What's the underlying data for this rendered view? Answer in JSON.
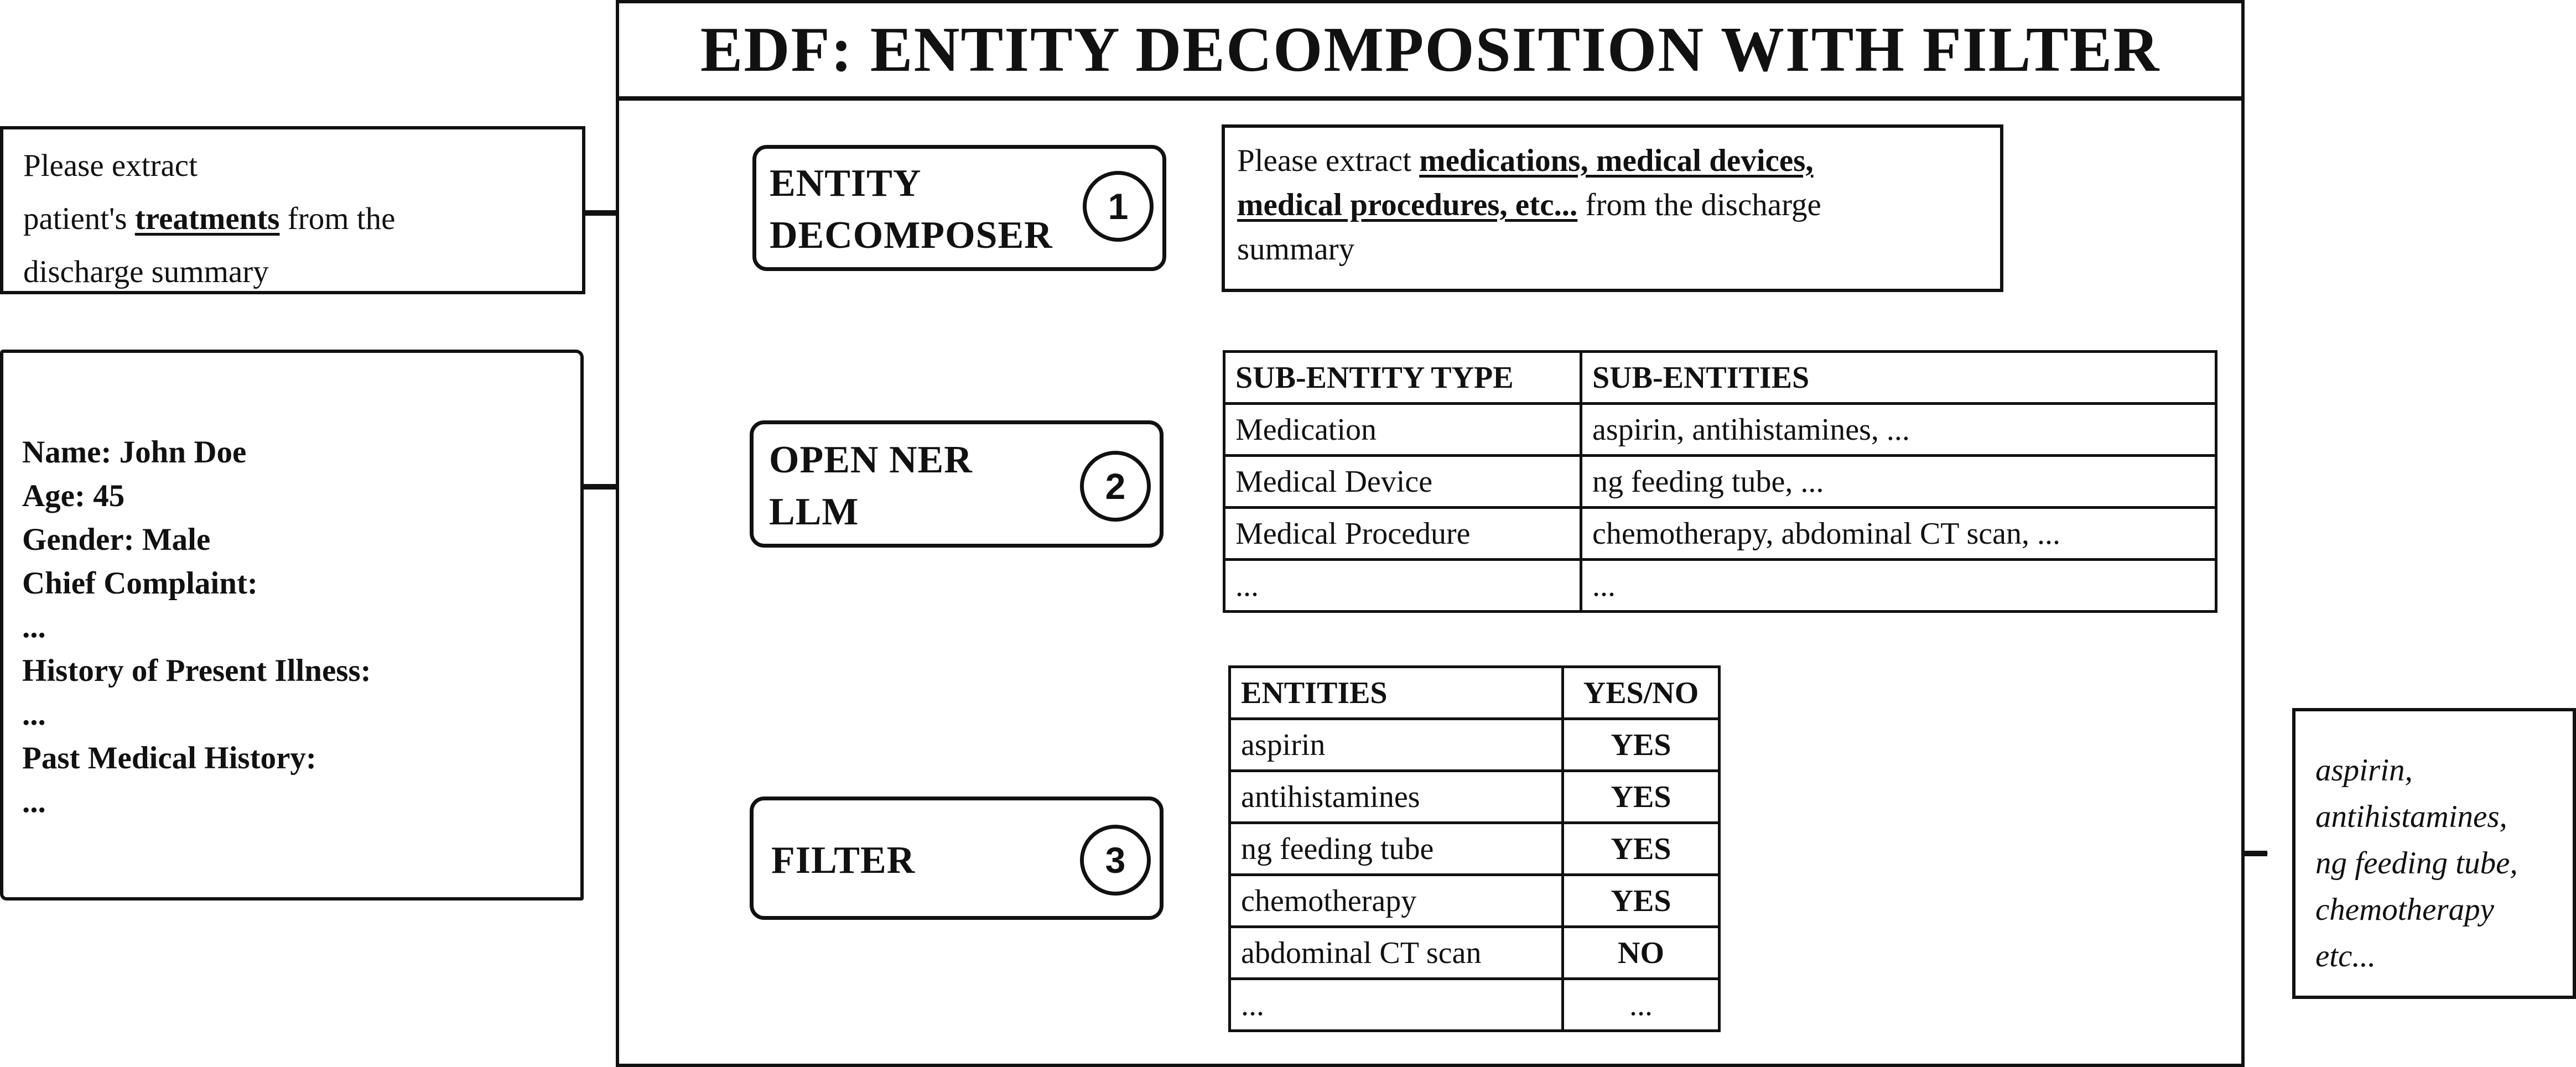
{
  "title": "EDF: ENTITY DECOMPOSITION WITH FILTER",
  "query": {
    "line1": "Please extract",
    "pre": "patient's ",
    "keyword": "treatments",
    "post": " from the",
    "line3": "discharge summary"
  },
  "record": {
    "lines": [
      "Name: John Doe",
      "Age: 45",
      "Gender: Male",
      "Chief Complaint:",
      "...",
      "History of Present Illness:",
      "...",
      "Past Medical History:",
      "..."
    ]
  },
  "steps": {
    "decomposer": {
      "label_1": "ENTITY",
      "label_2": "DECOMPOSER",
      "number": "1"
    },
    "ner": {
      "label_1": "OPEN NER",
      "label_2": "LLM",
      "number": "2"
    },
    "filter": {
      "label": "FILTER",
      "number": "3"
    }
  },
  "decomposed_prompt": {
    "pre": "Please extract ",
    "keyword_line1": "medications, medical devices,",
    "keyword_line2": "medical procedures, etc...",
    "post": " from the discharge",
    "line3": "summary"
  },
  "subentity_table": {
    "headers": [
      "SUB-ENTITY TYPE",
      "SUB-ENTITIES"
    ],
    "rows": [
      [
        "Medication",
        "aspirin, antihistamines, ..."
      ],
      [
        "Medical Device",
        "ng feeding tube, ..."
      ],
      [
        "Medical Procedure",
        "chemotherapy, abdominal CT scan, ..."
      ],
      [
        "...",
        "..."
      ]
    ]
  },
  "filter_table": {
    "headers": [
      "ENTITIES",
      "YES/NO"
    ],
    "rows": [
      [
        "aspirin",
        "YES"
      ],
      [
        "antihistamines",
        "YES"
      ],
      [
        "ng feeding tube",
        "YES"
      ],
      [
        "chemotherapy",
        "YES"
      ],
      [
        "abdominal CT scan",
        "NO"
      ],
      [
        "...",
        "..."
      ]
    ]
  },
  "output": {
    "lines": [
      "aspirin,",
      "antihistamines,",
      "ng feeding tube,",
      "chemotherapy",
      "etc..."
    ]
  }
}
